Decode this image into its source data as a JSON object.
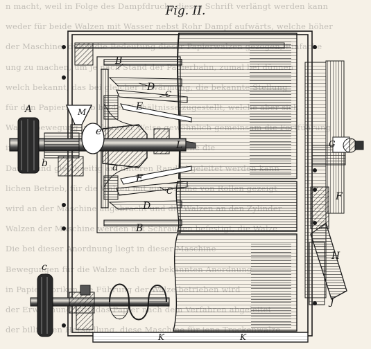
{
  "figure": {
    "title": "Fig. II."
  },
  "background_text": [
    "n macht, weil in Folge des Dampfdrucks dieses Schrift verlängt werden kann",
    "weder für beide Walzen mit Wasser nebst Rohr Dampf aufwärts, welche höher",
    "der Maschine, durch die Bedeutung dieser Papierwalzen gezogen, Einfache",
    "ung zu machen, um je nach Stand der Papierbahn, zumal bei dünnen",
    "welch bekannt, das bei gleicher Erwärmung, die bekannte Stellung",
    "für den Papierbetrieb beider Verhältnisse zugestellt, welche aber sich",
    "Walzenbewegung in bekannter Weise gewöhnlich gemeinsam die Fortführung",
    "in dieser Art liegen,  den Schlitz, durch welche die",
    "Dampf und gleichzeitig am unteren Rand abgeleitet werden kann",
    "lichen Betrieb, für die Walzen mit einer Reihe von Rollen gezeigt",
    "wird an der Maschine angebracht und die Walzen an den Zylinder",
    "Walzen der Maschine werden mit Schrauben befestigt, die Walze",
    "Die bei dieser Anordnung liegt in dieser Maschine",
    "Bewegungen für die Walze nach der bekannten Anordnung",
    "in Papierfabriken die Führung der Walze betrieben wird",
    "der Erwärmung wird das Papier nach dem Verfahren abgeleitet",
    "der billigeren Herstellung, diese Maschine für jene Trockenwalze"
  ],
  "labels": {
    "A": "A",
    "b": "b",
    "M": "M",
    "e": "e",
    "a": "a",
    "L": "L",
    "B_top": "B",
    "D_top": "D",
    "C_top": "C",
    "E_top": "E",
    "E_bottom": "E",
    "C_bottom": "C",
    "D_bottom": "D",
    "B_bottom": "B",
    "c": "c",
    "F": "F",
    "G": "G",
    "H": "H",
    "J": "J",
    "K_left": "K",
    "K_right": "K"
  },
  "colors": {
    "ink": "#1a1a1a",
    "paper": "#f6f1e7",
    "hatch": "#2b2b2b"
  }
}
